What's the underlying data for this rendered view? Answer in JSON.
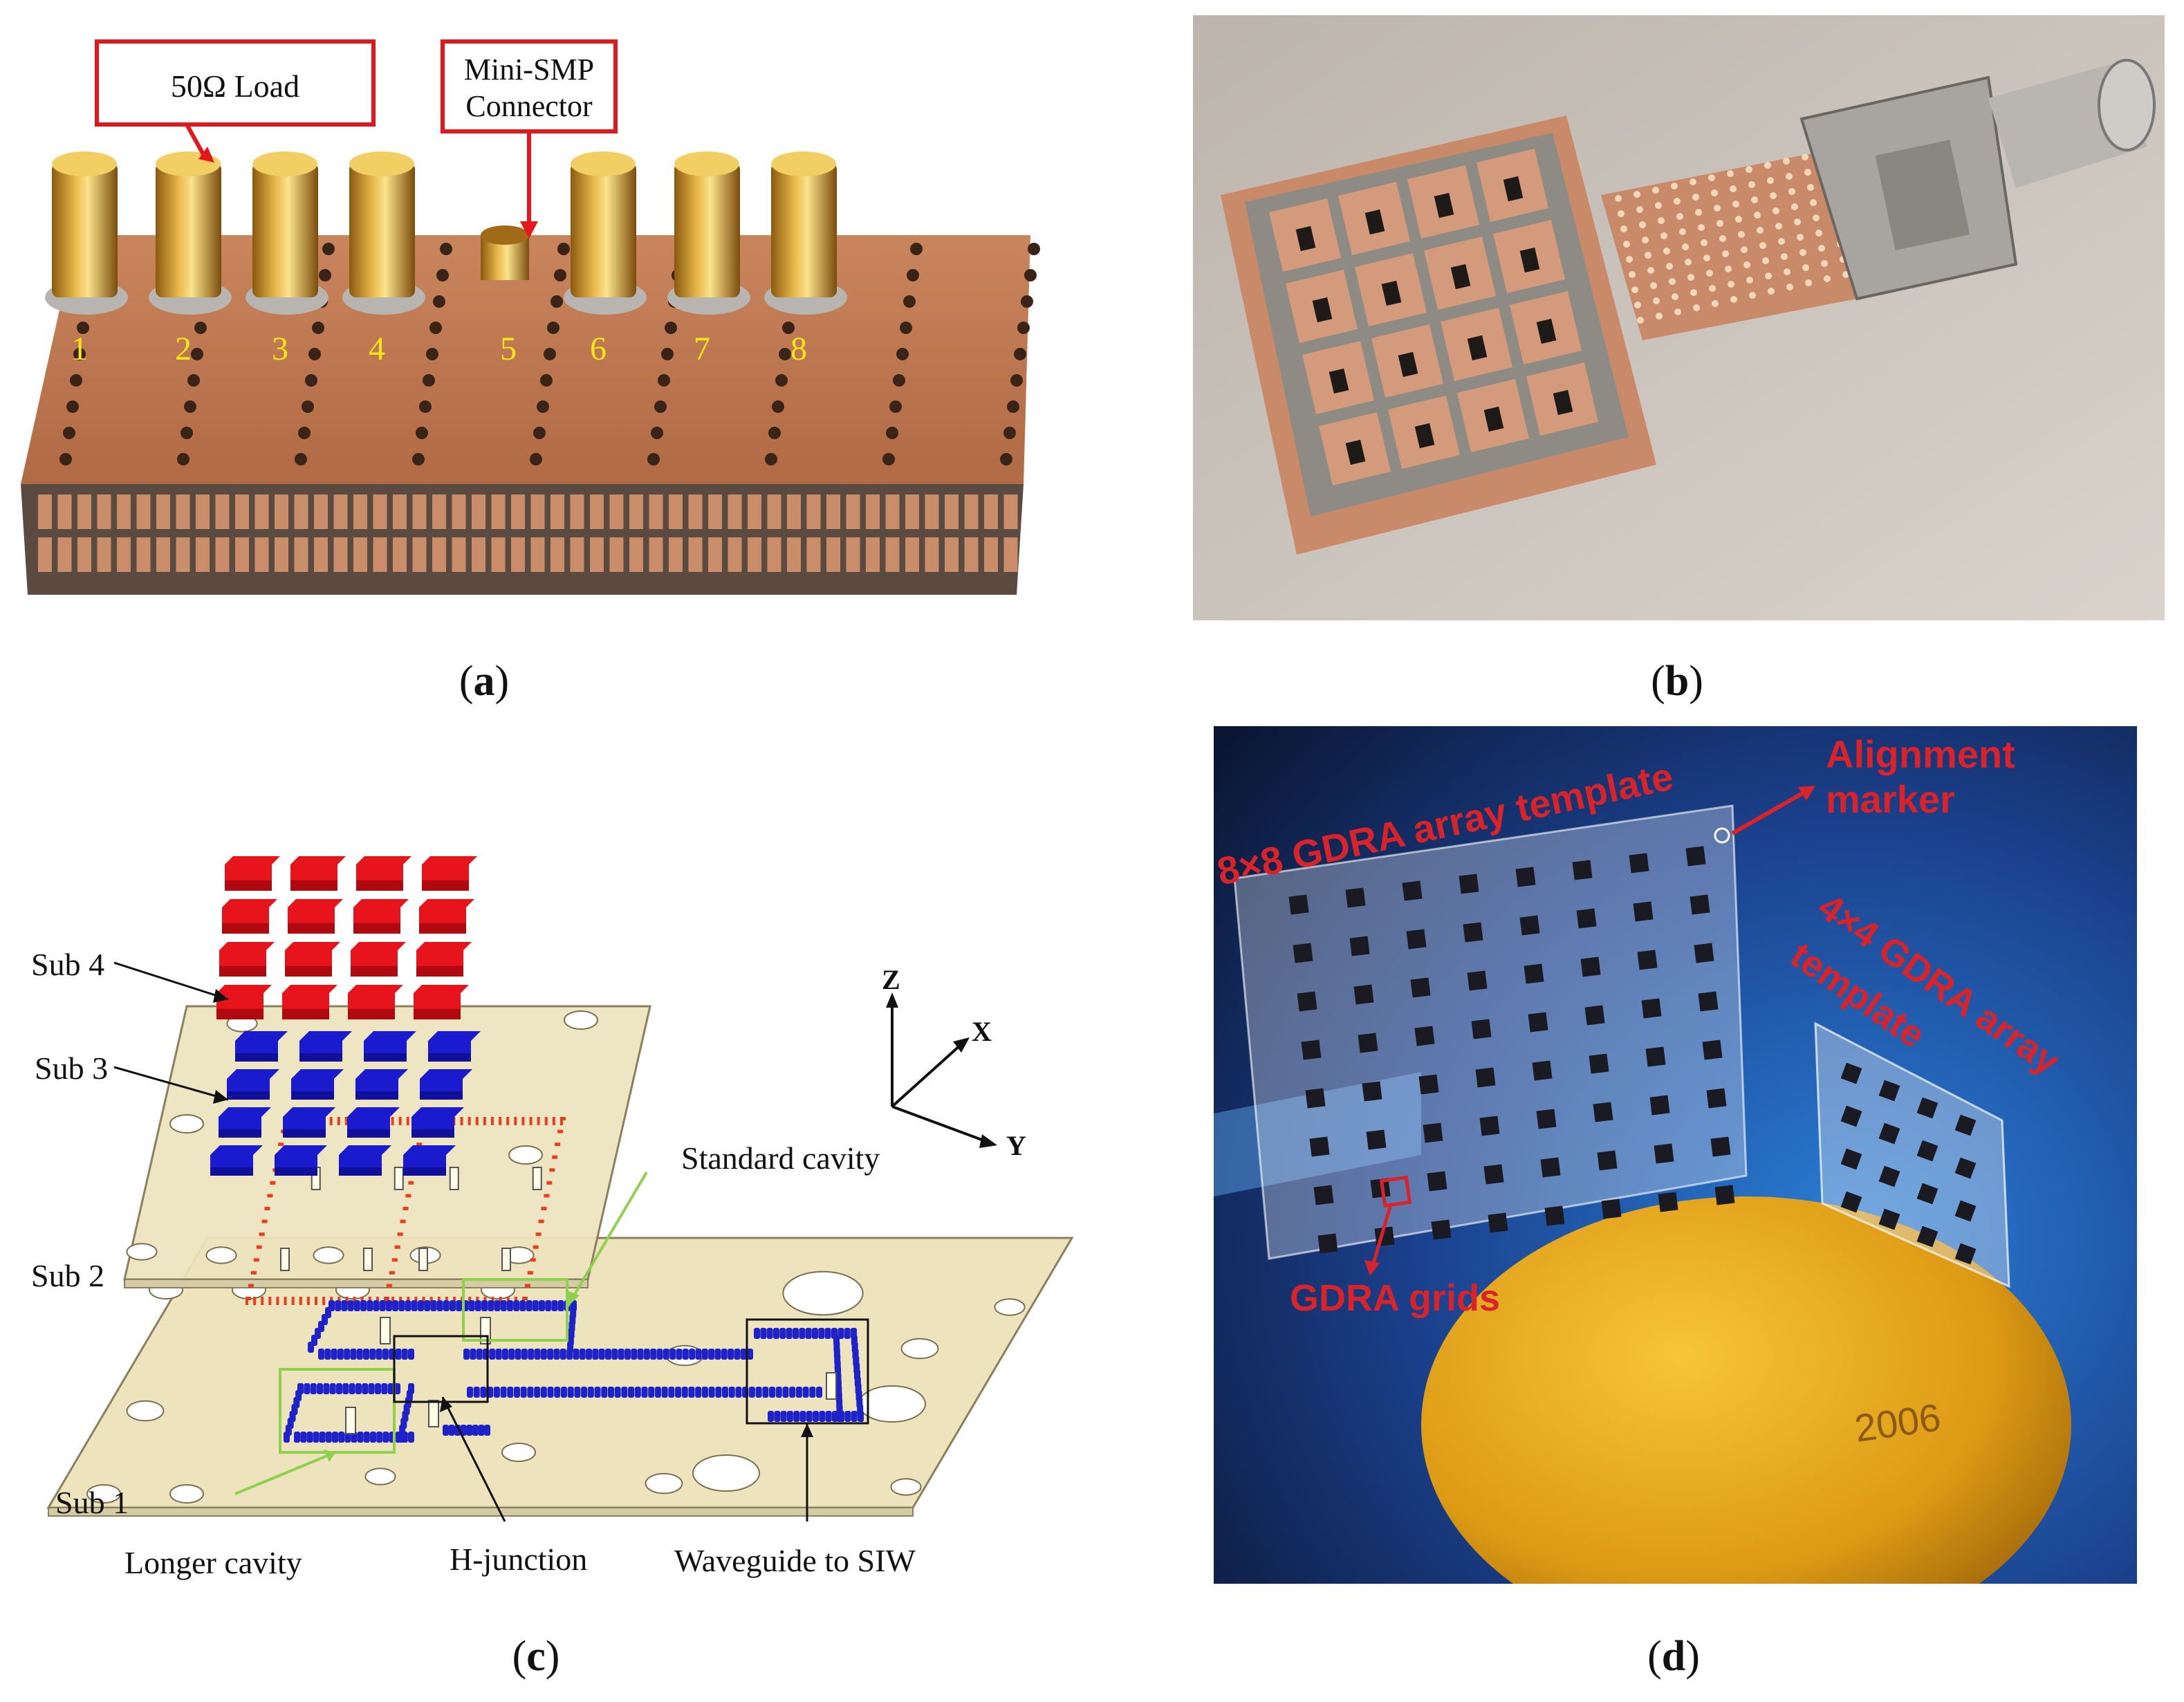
{
  "panel_a": {
    "caption": "a",
    "callout_load": "50Ω Load",
    "callout_connector_line1": "Mini-SMP",
    "callout_connector_line2": "Connector",
    "port_numbers": [
      "1",
      "2",
      "3",
      "4",
      "5",
      "6",
      "7",
      "8"
    ]
  },
  "panel_b": {
    "caption": "b"
  },
  "panel_c": {
    "caption": "c",
    "labels": {
      "sub4": "Sub 4",
      "sub3": "Sub 3",
      "sub2": "Sub 2",
      "sub1": "Sub 1",
      "standard_cavity": "Standard cavity",
      "longer_cavity": "Longer cavity",
      "h_junction": "H-junction",
      "waveguide_to_siw": "Waveguide to SIW"
    },
    "axes": {
      "z": "Z",
      "x": "X",
      "y": "Y"
    },
    "colors": {
      "dra_red": "#e8141b",
      "dra_blue": "#1a1acf",
      "substrate": "#ede3bd",
      "via_blue": "#1f22c8"
    }
  },
  "panel_d": {
    "caption": "d",
    "label_template_8x8": "8×8 GDRA array template",
    "label_alignment_line1": "Alignment",
    "label_alignment_line2": "marker",
    "label_template_4x4_line1": "4×4 GDRA array",
    "label_template_4x4_line2": "template",
    "label_grids": "GDRA grids",
    "coin_text": "2006",
    "label_color": "#d8232a"
  }
}
